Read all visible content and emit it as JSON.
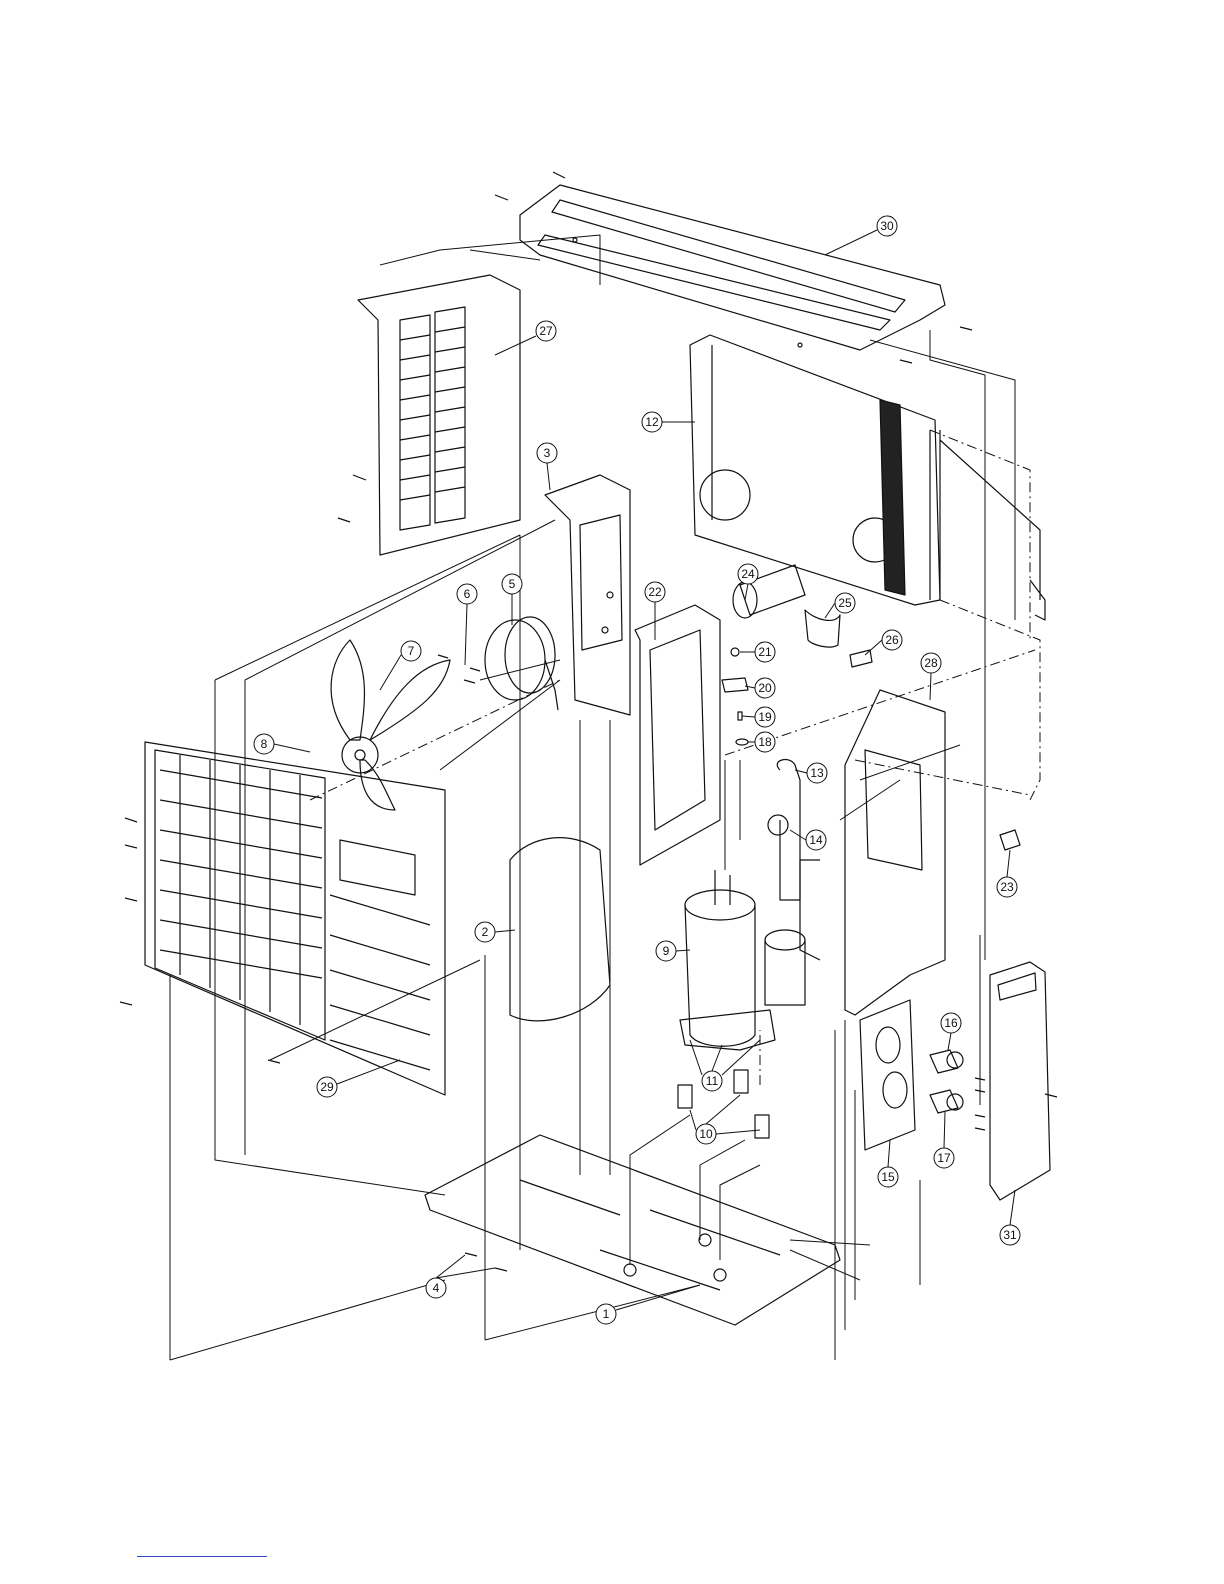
{
  "diagram": {
    "description_colors": {
      "line": "#111111",
      "footer_rule": "#3344cc"
    },
    "callouts": [
      {
        "id": "c1",
        "label": "1"
      },
      {
        "id": "c2",
        "label": "2"
      },
      {
        "id": "c3",
        "label": "3"
      },
      {
        "id": "c4",
        "label": "4"
      },
      {
        "id": "c5",
        "label": "5"
      },
      {
        "id": "c6",
        "label": "6"
      },
      {
        "id": "c7",
        "label": "7"
      },
      {
        "id": "c8",
        "label": "8"
      },
      {
        "id": "c9",
        "label": "9"
      },
      {
        "id": "c10",
        "label": "10"
      },
      {
        "id": "c11",
        "label": "11"
      },
      {
        "id": "c12",
        "label": "12"
      },
      {
        "id": "c13",
        "label": "13"
      },
      {
        "id": "c14",
        "label": "14"
      },
      {
        "id": "c15",
        "label": "15"
      },
      {
        "id": "c16",
        "label": "16"
      },
      {
        "id": "c17",
        "label": "17"
      },
      {
        "id": "c18",
        "label": "18"
      },
      {
        "id": "c19",
        "label": "19"
      },
      {
        "id": "c20",
        "label": "20"
      },
      {
        "id": "c21",
        "label": "21"
      },
      {
        "id": "c22",
        "label": "22"
      },
      {
        "id": "c23",
        "label": "23"
      },
      {
        "id": "c24",
        "label": "24"
      },
      {
        "id": "c25",
        "label": "25"
      },
      {
        "id": "c26",
        "label": "26"
      },
      {
        "id": "c27",
        "label": "27"
      },
      {
        "id": "c28",
        "label": "28"
      },
      {
        "id": "c29",
        "label": "29"
      },
      {
        "id": "c30",
        "label": "30"
      },
      {
        "id": "c31",
        "label": "31"
      }
    ]
  }
}
